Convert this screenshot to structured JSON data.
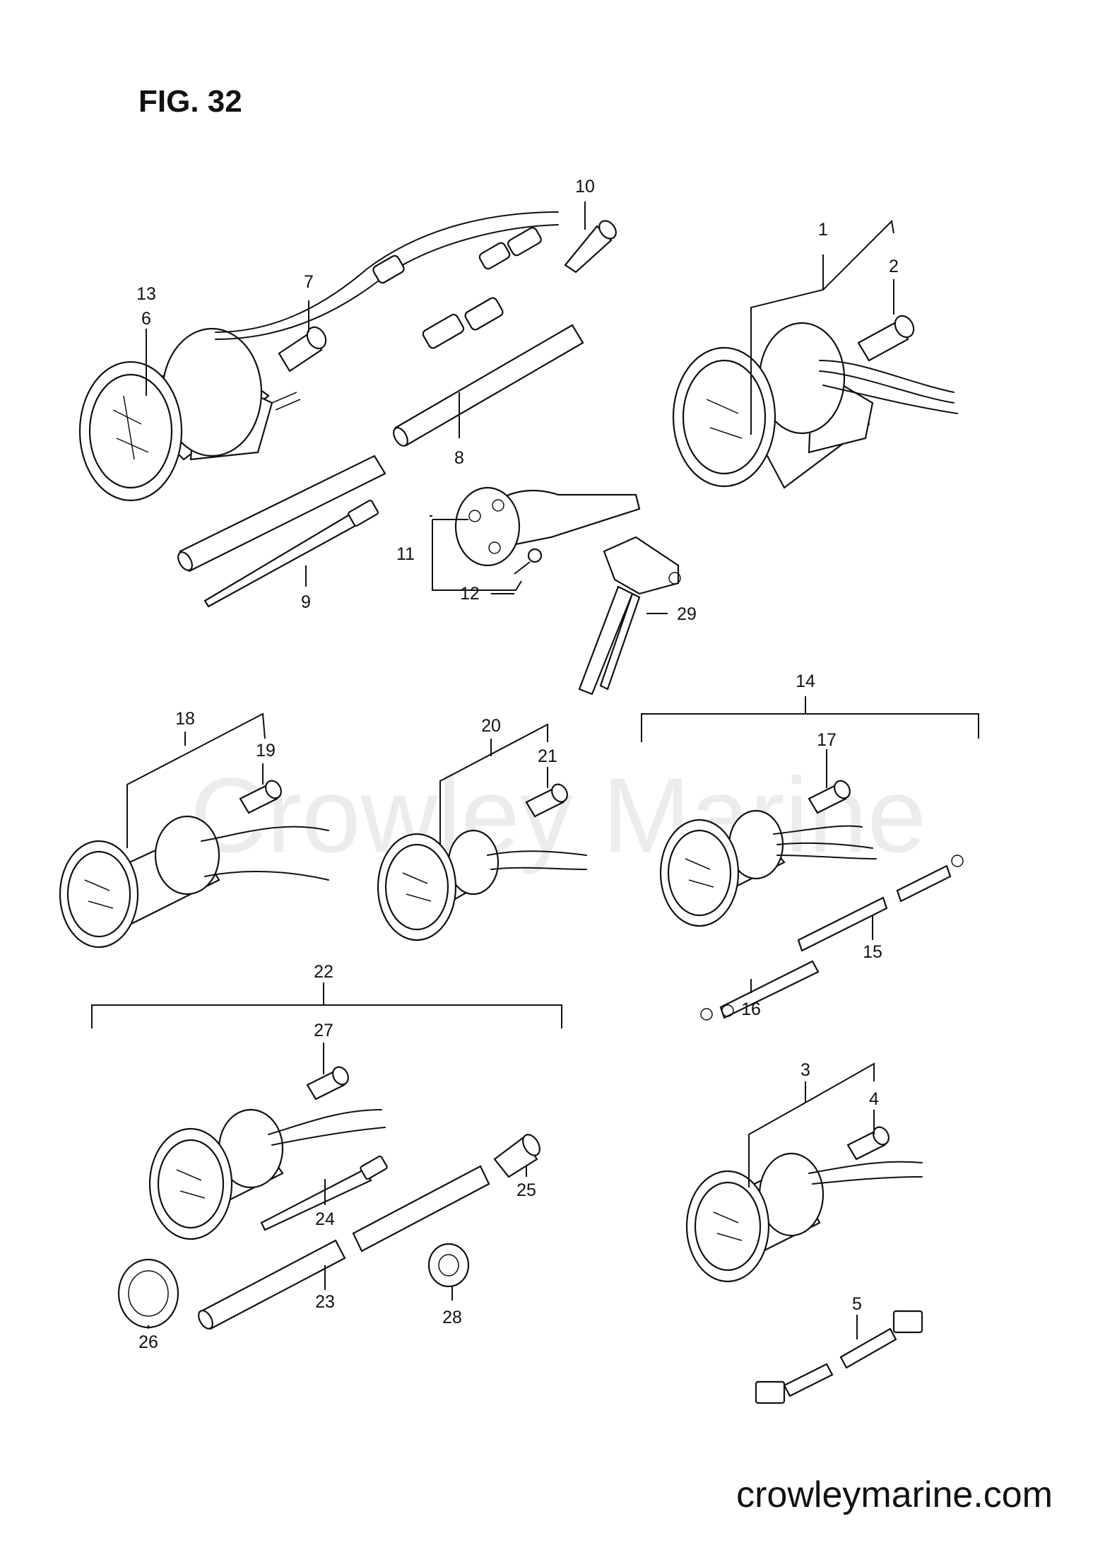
{
  "figure_title": "FIG. 32",
  "watermark": "Crowley Marine",
  "website": "crowleymarine.com",
  "callouts": {
    "c1": "1",
    "c2": "2",
    "c3": "3",
    "c4": "4",
    "c5": "5",
    "c6": "6",
    "c7": "7",
    "c8": "8",
    "c9": "9",
    "c10": "10",
    "c11": "11",
    "c12": "12",
    "c13": "13",
    "c14": "14",
    "c15": "15",
    "c16": "16",
    "c17": "17",
    "c18": "18",
    "c19": "19",
    "c20": "20",
    "c21": "21",
    "c22": "22",
    "c23": "23",
    "c24": "24",
    "c25": "25",
    "c26": "26",
    "c27": "27",
    "c28": "28",
    "c29": "29"
  }
}
